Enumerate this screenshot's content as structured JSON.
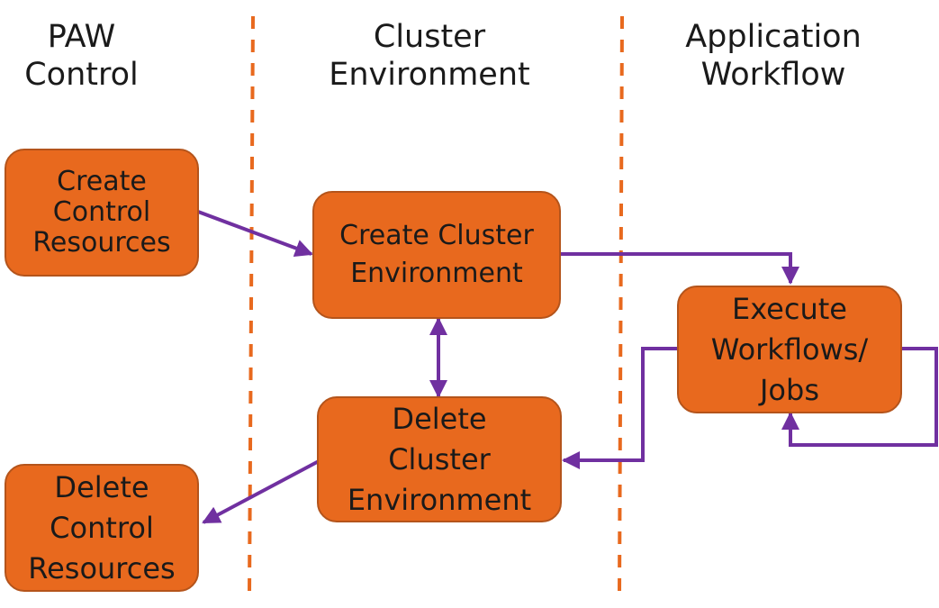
{
  "lanes": [
    {
      "title_lines": [
        "PAW",
        "Control"
      ]
    },
    {
      "title_lines": [
        "Cluster",
        "Environment"
      ]
    },
    {
      "title_lines": [
        "Application",
        "Workflow"
      ]
    }
  ],
  "nodes": {
    "create_control": {
      "lines": [
        "Create",
        "Control",
        "Resources"
      ]
    },
    "create_cluster": {
      "lines": [
        "Create Cluster",
        "Environment"
      ]
    },
    "execute": {
      "lines": [
        "Execute",
        "Workflows/",
        "Jobs"
      ]
    },
    "delete_cluster": {
      "lines": [
        "Delete",
        "Cluster",
        "Environment"
      ]
    },
    "delete_control": {
      "lines": [
        "Delete",
        "Control",
        "Resources"
      ]
    }
  },
  "colors": {
    "box_fill": "#E8691E",
    "box_border": "#B4541B",
    "arrow": "#7030A0",
    "divider": "#E8691E"
  }
}
